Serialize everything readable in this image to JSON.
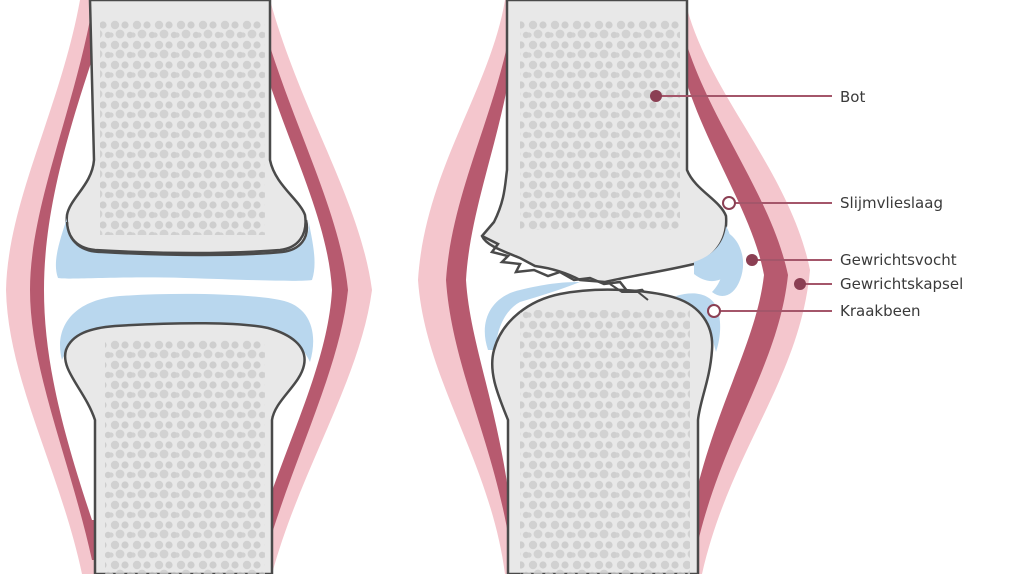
{
  "labels": {
    "bone": "Bot",
    "synovial_membrane": "Slijmvlieslaag",
    "synovial_fluid": "Gewrichtsvocht",
    "joint_capsule": "Gewrichtskapsel",
    "cartilage": "Kraakbeen"
  },
  "colors": {
    "outer_capsule": "#f4c6cd",
    "membrane": "#b75a6f",
    "cartilage": "#b9d7ee",
    "bone": "#e8e8e8",
    "bone_spots": "#c9c9c9",
    "outline": "#4a4a4a",
    "leader": "#a4566a",
    "leader_dot": "#8b3f53"
  }
}
